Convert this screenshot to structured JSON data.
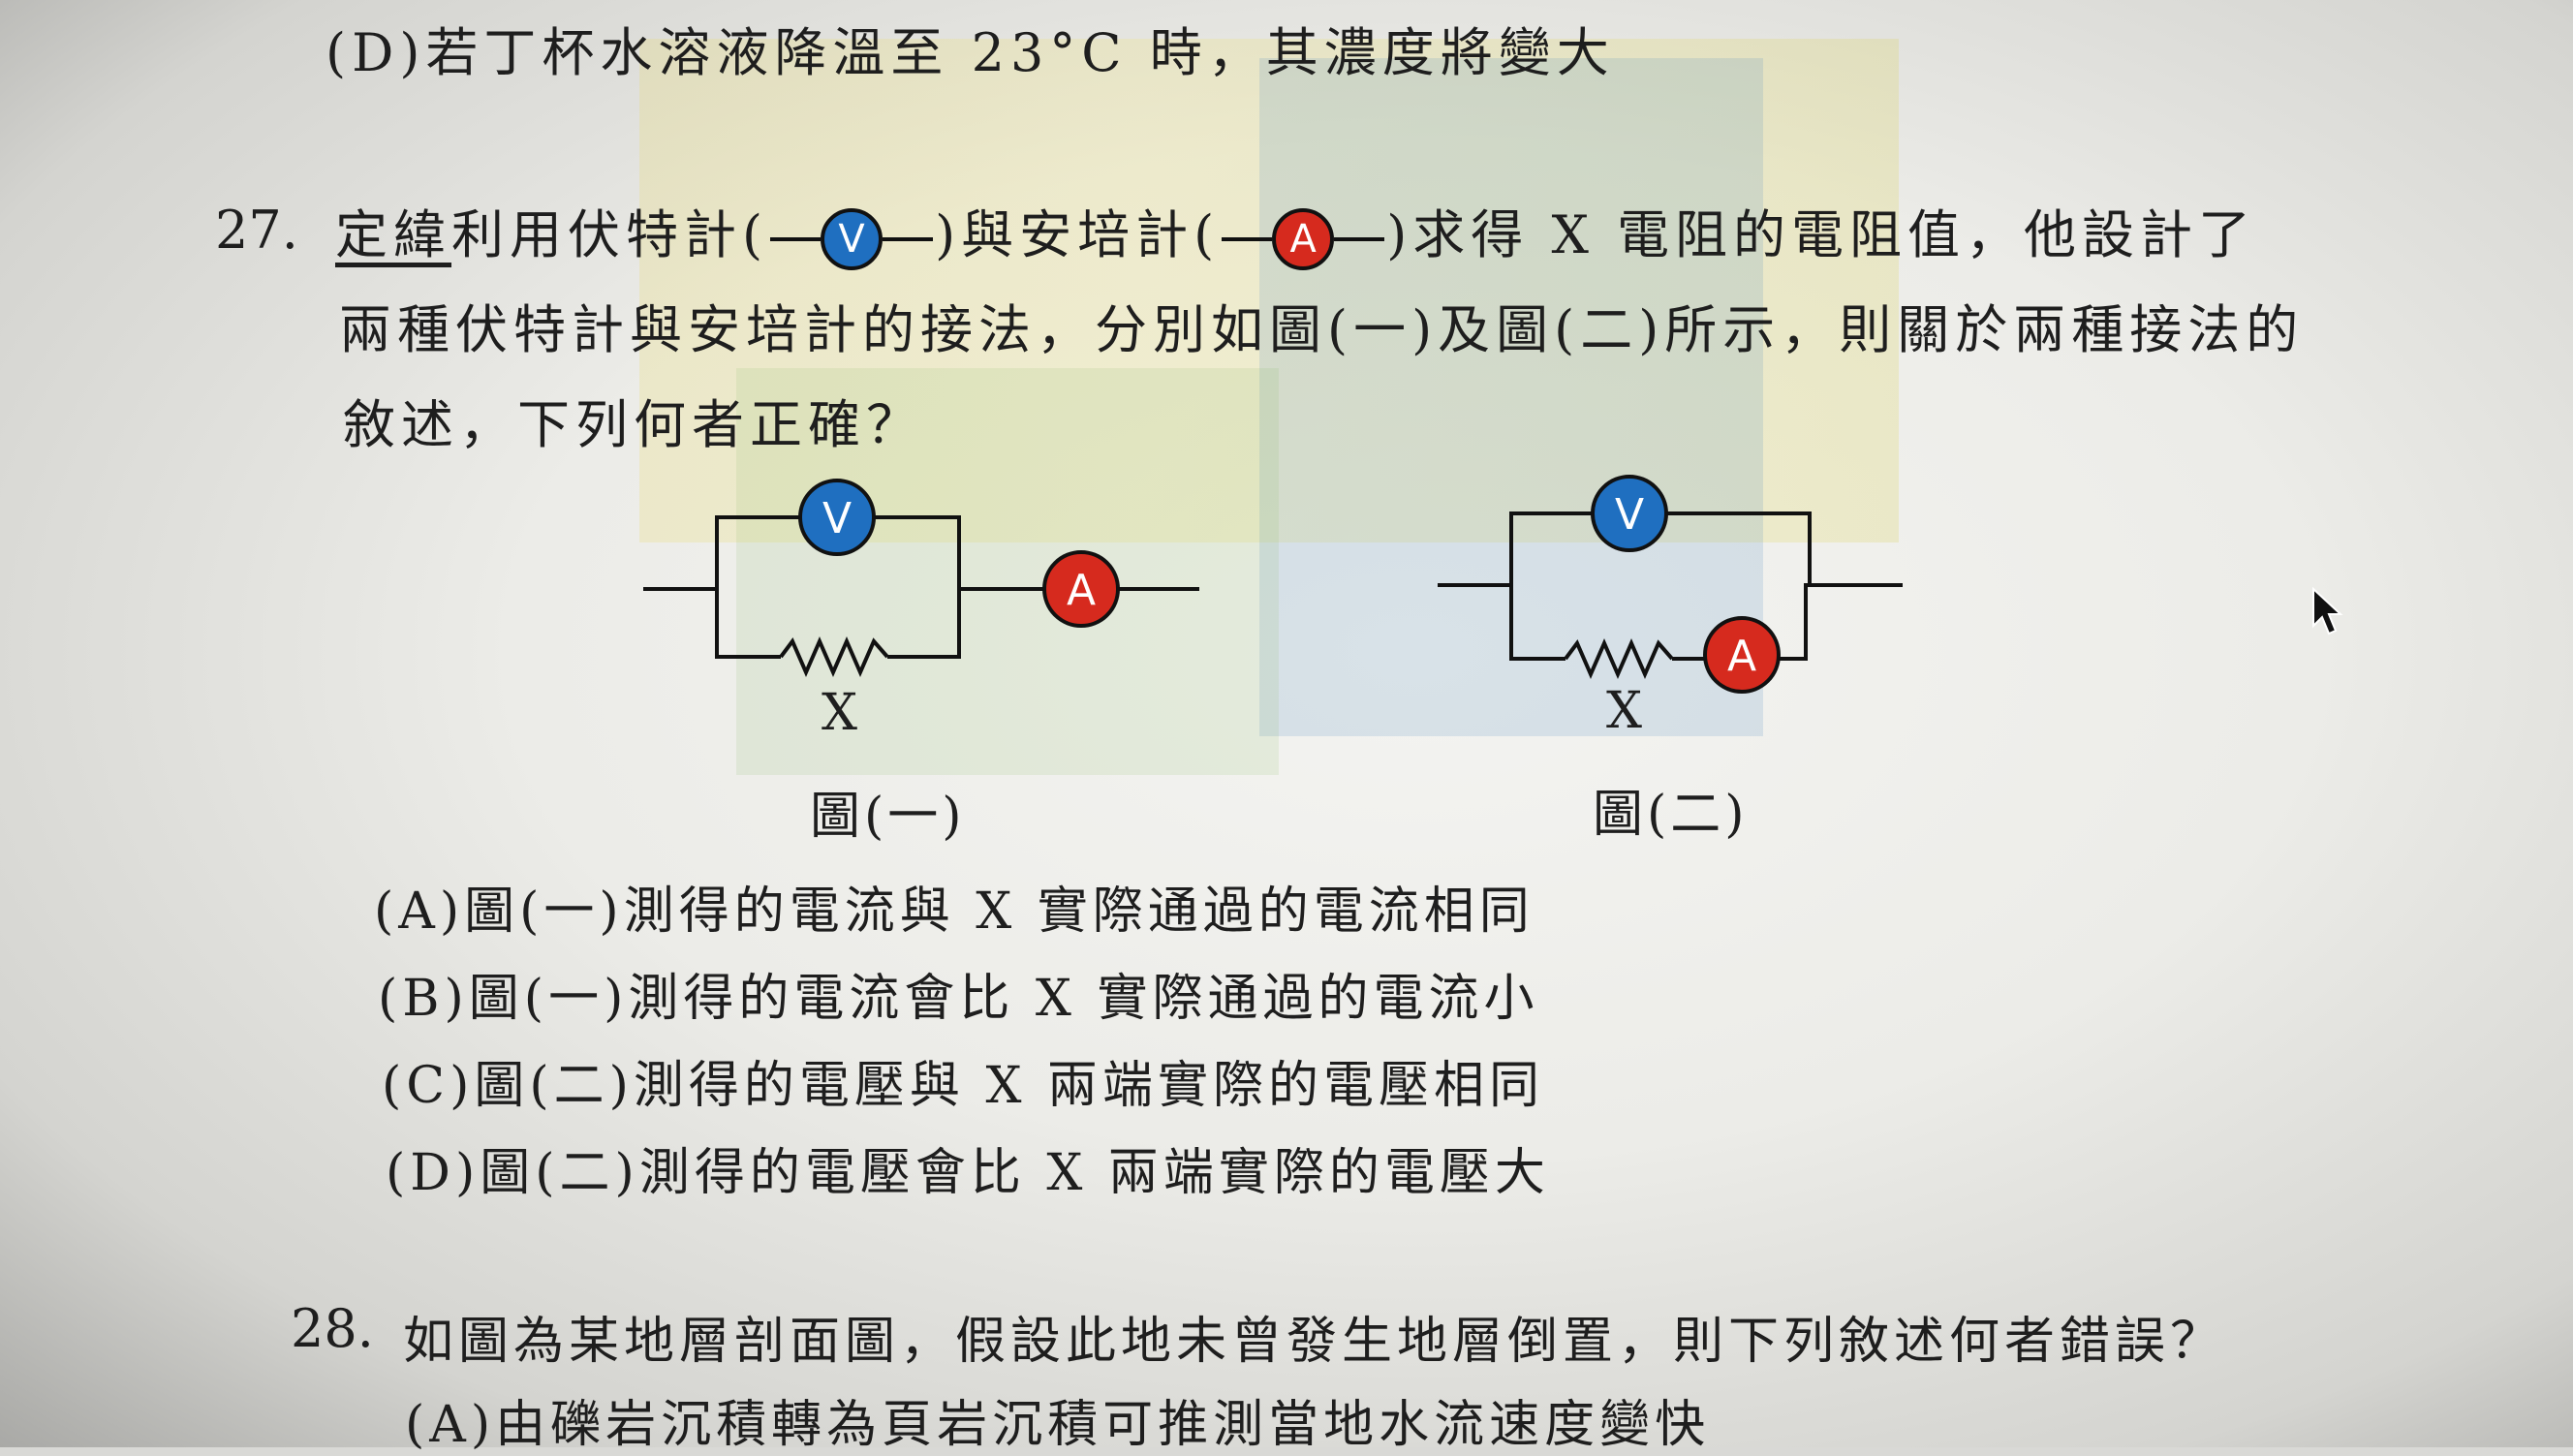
{
  "top_line": "(D)若丁杯水溶液降溫至 23°C 時，其濃度將變大",
  "q27": {
    "number": "27.",
    "name": "定緯",
    "line1_a": "利用伏特計(",
    "line1_b": ")與安培計(",
    "line1_c": ")求得 X 電阻的電阻值，他設計了",
    "line2": "兩種伏特計與安培計的接法，分別如圖(一)及圖(二)所示，則關於兩種接法的",
    "line3": "敘述，下列何者正確？",
    "voltmeter_symbol": "V",
    "ammeter_symbol": "A",
    "fig1": {
      "resistor_label": "X",
      "caption": "圖(一)"
    },
    "fig2": {
      "resistor_label": "X",
      "caption": "圖(二)"
    },
    "options": [
      "(A)圖(一)測得的電流與 X 實際通過的電流相同",
      "(B)圖(一)測得的電流會比 X 實際通過的電流小",
      "(C)圖(二)測得的電壓與 X 兩端實際的電壓相同",
      "(D)圖(二)測得的電壓會比 X 兩端實際的電壓大"
    ]
  },
  "q28": {
    "number": "28.",
    "stem": "如圖為某地層剖面圖，假設此地未曾發生地層倒置，則下列敘述何者錯誤？",
    "option_a": "(A)由礫岩沉積轉為頁岩沉積可推測當地水流速度變快"
  },
  "colors": {
    "voltmeter": "#1f6fc0",
    "ammeter": "#d62a1e",
    "paper": "#ecece8"
  }
}
